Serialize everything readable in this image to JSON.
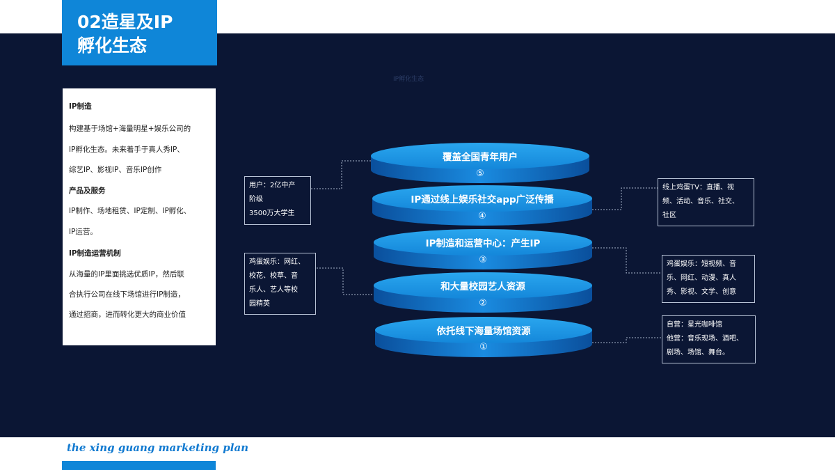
{
  "title": {
    "line1": "02造星及IP",
    "line2": "孵化生态"
  },
  "faint_label": "IP孵化生态",
  "panel": {
    "items": [
      {
        "text": "IP制造",
        "heading": true
      },
      {
        "text": "构建基于场馆+海量明星+娱乐公司的",
        "heading": false
      },
      {
        "text": "IP孵化生态。未来着手于真人秀IP、",
        "heading": false
      },
      {
        "text": "综艺IP、影视IP、音乐IP创作",
        "heading": false
      },
      {
        "text": "产品及服务",
        "heading": true
      },
      {
        "text": "IP制作、场地租赁、IP定制、IP孵化、",
        "heading": false
      },
      {
        "text": "IP运营。",
        "heading": false
      },
      {
        "text": "IP制造运营机制",
        "heading": true
      },
      {
        "text": "从海量的IP里面挑选优质IP，然后联",
        "heading": false
      },
      {
        "text": "合执行公司在线下场馆进行IP制造，",
        "heading": false
      },
      {
        "text": "通过招商，进而转化更大的商业价值",
        "heading": false
      }
    ]
  },
  "layers": [
    {
      "label": "覆盖全国青年用户",
      "num": "⑤"
    },
    {
      "label": "IP通过线上娱乐社交app广泛传播",
      "num": "④"
    },
    {
      "label": "IP制造和运营中心：产生IP",
      "num": "③"
    },
    {
      "label": "和大量校园艺人资源",
      "num": "②"
    },
    {
      "label": "依托线下海量场馆资源",
      "num": "①"
    }
  ],
  "callouts": {
    "users": [
      "用户：2亿中产",
      "阶级",
      "3500万大学生"
    ],
    "online": [
      "线上鸡蛋TV：直播、视",
      "频、活动、音乐、社交、",
      "社区"
    ],
    "campus": [
      "鸡蛋娱乐：网红、",
      "校花、校草、音",
      "乐人、艺人等校",
      "园精英"
    ],
    "ent": [
      "鸡蛋娱乐：短视频、音",
      "乐、网红、动漫、真人",
      "秀、影视、文学、创意"
    ],
    "venues": [
      "自营：星光咖啡馆",
      "他营：音乐现场、酒吧、",
      "剧场、场馆、舞台。"
    ]
  },
  "footer": "the xing guang marketing plan",
  "colors": {
    "accent": "#0f86d8",
    "dark_bg": "#0b1634",
    "disc_top": "#1b9be8",
    "disc_side": "#0a62b8"
  }
}
